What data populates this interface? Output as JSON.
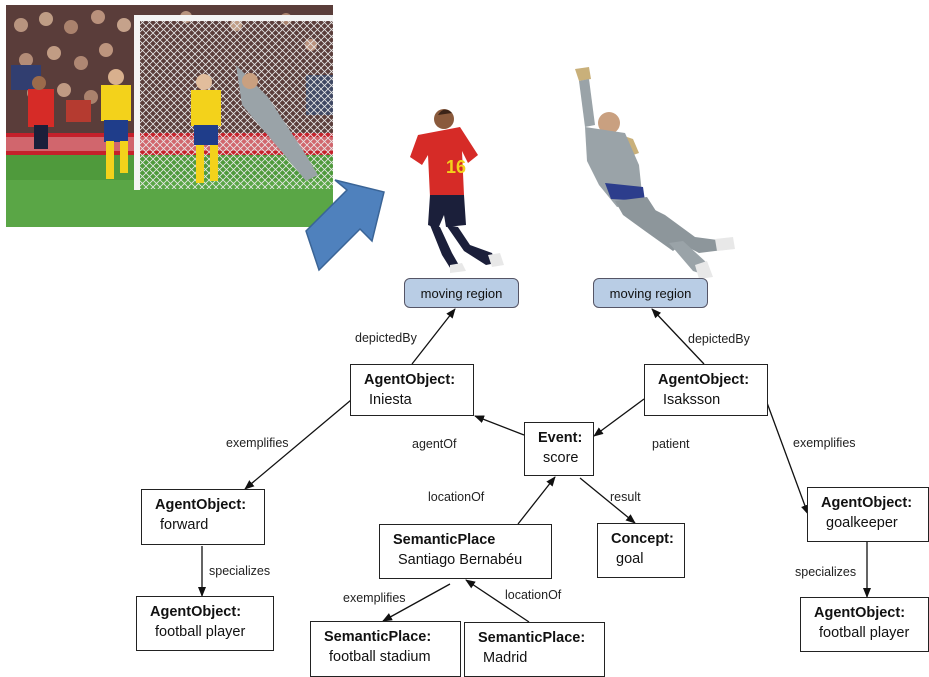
{
  "regions": {
    "left": "moving region",
    "right": "moving region"
  },
  "nodes": {
    "iniesta": {
      "type": "AgentObject:",
      "value": "Iniesta"
    },
    "isaksson": {
      "type": "AgentObject:",
      "value": "Isaksson"
    },
    "event": {
      "type": "Event:",
      "value": "score"
    },
    "forward": {
      "type": "AgentObject:",
      "value": "forward"
    },
    "football_player_left": {
      "type": "AgentObject:",
      "value": "football player"
    },
    "bernabeu": {
      "type": "SemanticPlace",
      "value": "Santiago Bernabéu"
    },
    "goal": {
      "type": "Concept:",
      "value": "goal"
    },
    "goalkeeper": {
      "type": "AgentObject:",
      "value": "goalkeeper"
    },
    "football_player_right": {
      "type": "AgentObject:",
      "value": "football player"
    },
    "stadium": {
      "type": "SemanticPlace:",
      "value": "football stadium"
    },
    "madrid": {
      "type": "SemanticPlace:",
      "value": "Madrid"
    }
  },
  "edge_labels": {
    "depicted_left": "depictedBy",
    "depicted_right": "depictedBy",
    "exemplifies_left": "exemplifies",
    "agent_of": "agentOf",
    "patient": "patient",
    "exemplifies_right": "exemplifies",
    "location_of_event": "locationOf",
    "result": "result",
    "specializes_left": "specializes",
    "specializes_right": "specializes",
    "exemplifies_place": "exemplifies",
    "location_of_madrid": "locationOf"
  },
  "colors": {
    "region_fill": "#b9cde5",
    "arrow_fill": "#4f81bd",
    "red_kit": "#d62b27",
    "yellow_kit": "#f3d21b",
    "keeper_kit": "#9aa3a8",
    "pitch": "#4f9a3c"
  }
}
